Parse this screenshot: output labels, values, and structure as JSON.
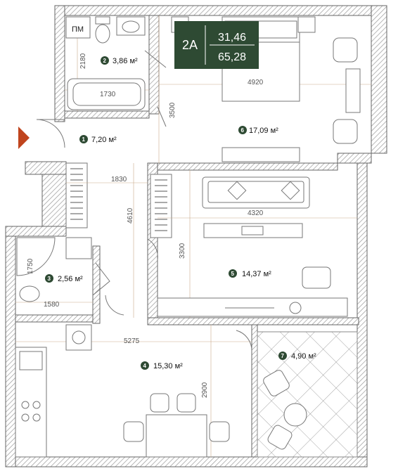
{
  "unit_block": {
    "label": "2A",
    "living_area": "31,46",
    "total_area": "65,28",
    "bg_color": "#2e4a33"
  },
  "rooms": [
    {
      "number": "1",
      "area": "7,20 м²"
    },
    {
      "number": "2",
      "area": "3,86 м²",
      "tag": "ПМ"
    },
    {
      "number": "3",
      "area": "2,56 м²"
    },
    {
      "number": "4",
      "area": "15,30 м²"
    },
    {
      "number": "5",
      "area": "14,37 м²"
    },
    {
      "number": "6",
      "area": "17,09 м²"
    },
    {
      "number": "7",
      "area": "4,90 м²"
    }
  ],
  "dimensions": [
    "2180",
    "1730",
    "4920",
    "3500",
    "1830",
    "4610",
    "4320",
    "3300",
    "1750",
    "1580",
    "5275",
    "2900"
  ],
  "colors": {
    "wall_hatch": "#9a9a9a",
    "badge": "#2e4a33",
    "entrance_arrow": "#c0441d",
    "dim_line": "#caa98a"
  },
  "icons": [
    "entrance-arrow-icon"
  ]
}
